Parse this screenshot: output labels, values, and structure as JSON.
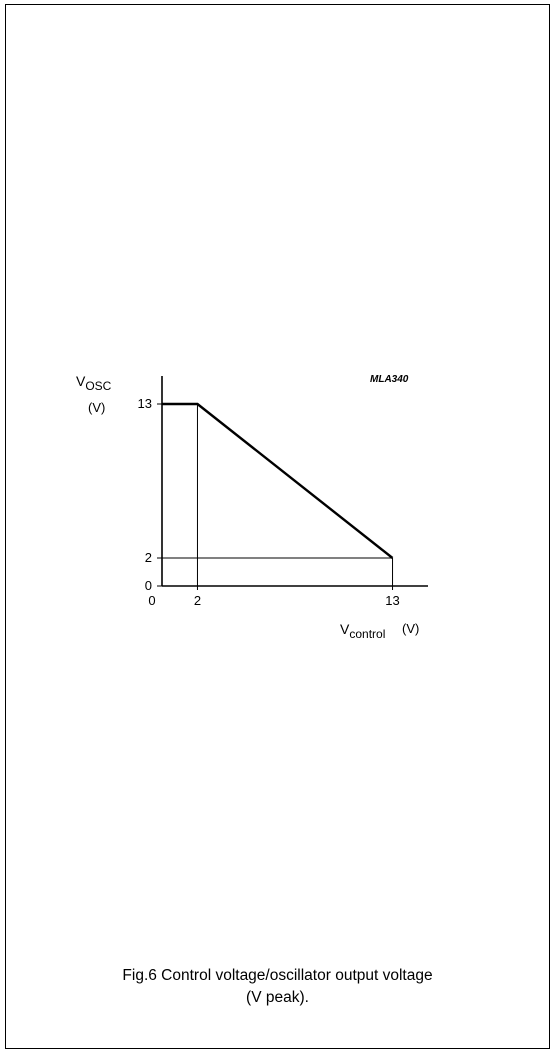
{
  "figure": {
    "code": "MLA340",
    "caption_line1": "Fig.6  Control voltage/oscillator output voltage",
    "caption_line2": "(V peak)."
  },
  "chart_data": {
    "type": "line",
    "title": "",
    "ylabel_main": "V",
    "ylabel_sub": "OSC",
    "ylabel_unit": "(V)",
    "xlabel_main": "V",
    "xlabel_sub": "control",
    "xlabel_unit": "(V)",
    "x_ticks": [
      "0",
      "2",
      "13"
    ],
    "y_ticks": [
      "0",
      "2",
      "13"
    ],
    "series": [
      {
        "x": [
          0,
          2,
          13
        ],
        "y": [
          13,
          13,
          2
        ]
      }
    ],
    "reference_lines": [
      {
        "from": [
          2,
          0
        ],
        "to": [
          2,
          13
        ]
      },
      {
        "from": [
          0,
          2
        ],
        "to": [
          13,
          2
        ]
      },
      {
        "from": [
          13,
          0
        ],
        "to": [
          13,
          2
        ]
      }
    ],
    "xlim": [
      0,
      15
    ],
    "ylim": [
      0,
      15
    ],
    "grid": false
  }
}
